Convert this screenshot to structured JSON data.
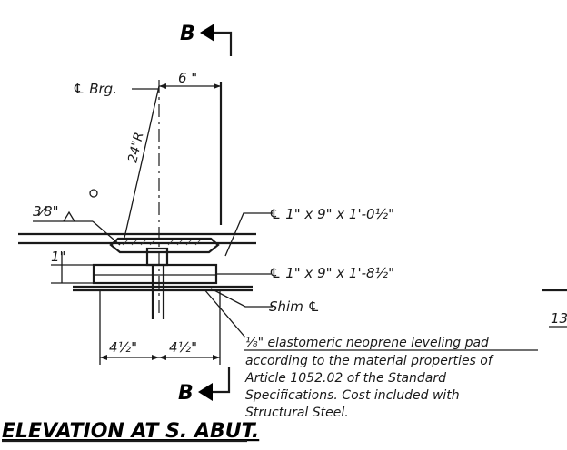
{
  "section_mark": {
    "top": "B",
    "bottom": "B"
  },
  "labels": {
    "centerline_brg": "℄ Brg.",
    "dim_6": "6 \"",
    "radius": "24\"R",
    "weld": "3⁄8\"",
    "dim_1": "1\"",
    "plate_top": "℄ 1\" x 9\" x 1'-0½\"",
    "plate_bottom": "℄ 1\" x 9\" x 1'-8½\"",
    "shim": "Shim ℄",
    "dim_left": "4½\"",
    "dim_right": "4½\"",
    "edge_fragment": "13"
  },
  "note_lines": [
    "⅛\" elastomeric neoprene leveling pad",
    "according to the material properties of",
    "Article 1052.02 of the Standard",
    "Specifications.  Cost included with",
    "Structural Steel."
  ],
  "title": "ELEVATION AT S. ABUT."
}
